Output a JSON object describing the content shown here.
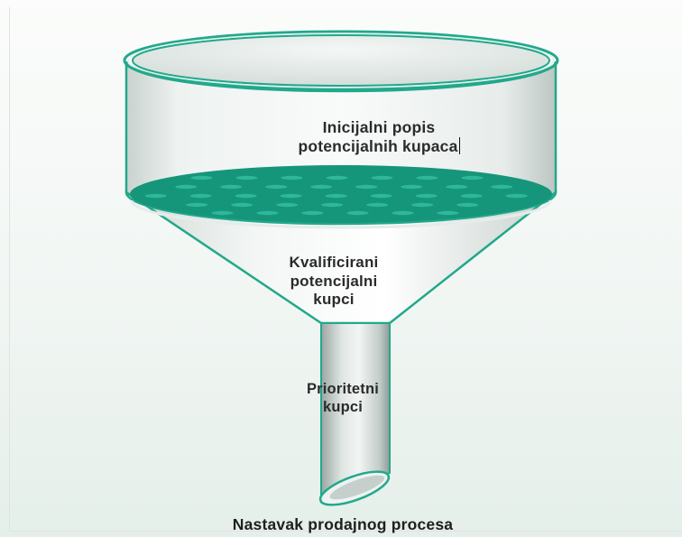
{
  "diagram": {
    "colors": {
      "rim": "#22a88b",
      "filter": "#15967b",
      "glass": "#d7dfdb",
      "text": "#2b2b2b"
    },
    "stages": [
      {
        "line1": "Inicijalni popis",
        "line2": "potencijalnih kupaca"
      },
      {
        "line1": "Kvalificirani",
        "line2": "potencijalni",
        "line3": "kupci"
      },
      {
        "line1": "Prioritetni",
        "line2": "kupci"
      }
    ],
    "outcome": "Nastavak prodajnog procesa"
  }
}
